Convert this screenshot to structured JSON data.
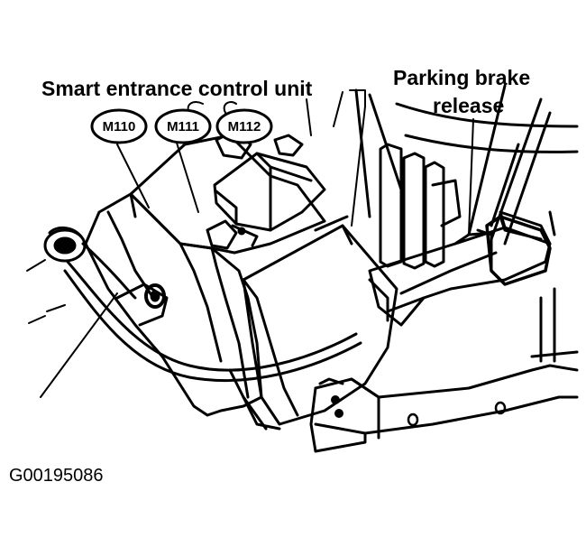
{
  "labels": {
    "control_unit": "Smart entrance control unit",
    "parking_brake_line1": "Parking brake",
    "parking_brake_line2": "release"
  },
  "connectors": [
    "M110",
    "M111",
    "M112"
  ],
  "figure_code": "G00195086",
  "colors": {
    "ink": "#000000",
    "paper": "#ffffff"
  }
}
